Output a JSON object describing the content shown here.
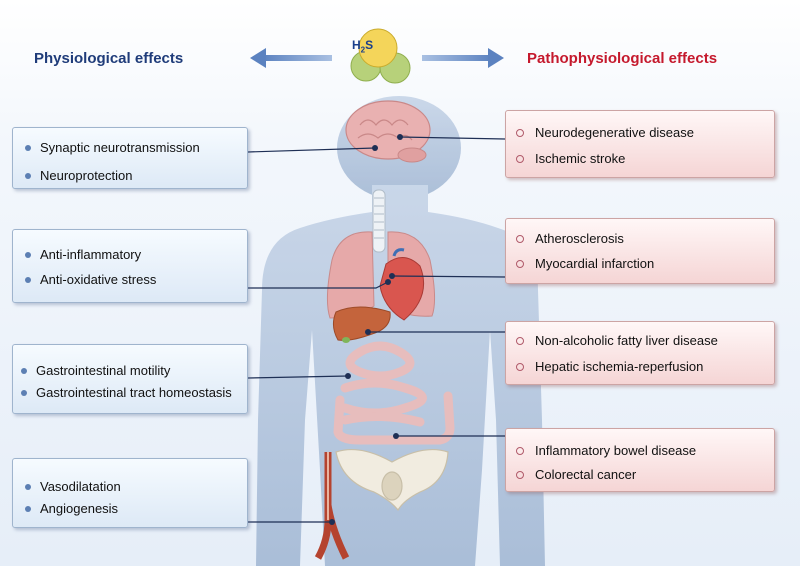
{
  "molecule": {
    "formula": "H2S"
  },
  "physiological": {
    "heading": "Physiological effects",
    "groups": [
      {
        "items": [
          "Synaptic neurotransmission",
          "Neuroprotection"
        ]
      },
      {
        "items": [
          "Anti-inflammatory",
          "Anti-oxidative stress"
        ]
      },
      {
        "items": [
          "Gastrointestinal motility",
          "Gastrointestinal tract homeostasis"
        ]
      },
      {
        "items": [
          "Vasodilatation",
          "Angiogenesis"
        ]
      }
    ]
  },
  "pathophysiological": {
    "heading": "Pathophysiological effects",
    "groups": [
      {
        "items": [
          "Neurodegenerative disease",
          "Ischemic stroke"
        ]
      },
      {
        "items": [
          "Atherosclerosis",
          "Myocardial infarction"
        ]
      },
      {
        "items": [
          "Non-alcoholic fatty liver disease",
          "Hepatic ischemia-reperfusion"
        ]
      },
      {
        "items": [
          "Inflammatory bowel disease",
          "Colorectal cancer"
        ]
      }
    ]
  },
  "colors": {
    "physiological_heading": "#1f3c7a",
    "pathophysiological_heading": "#c5192d",
    "arrow": "#6f93c9",
    "body_silhouette": "#a9bcd6",
    "organ": "#e8a7a7"
  }
}
